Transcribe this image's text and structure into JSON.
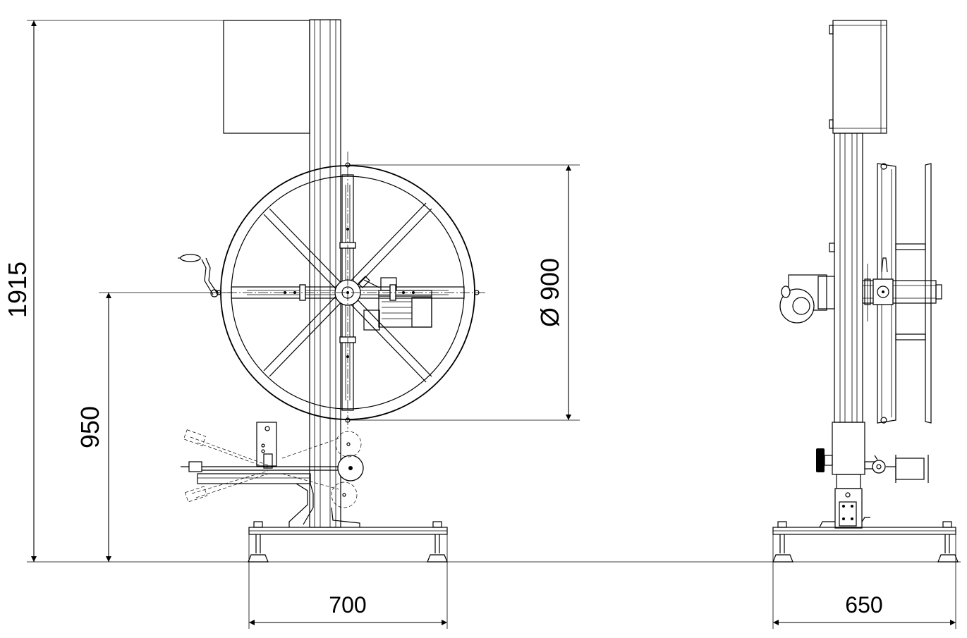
{
  "dimensions": {
    "total_height": "1915",
    "axis_height": "950",
    "wheel_diameter": "Ø 900",
    "front_width": "700",
    "side_width": "650"
  },
  "colors": {
    "line": "#000000",
    "background": "#ffffff"
  }
}
